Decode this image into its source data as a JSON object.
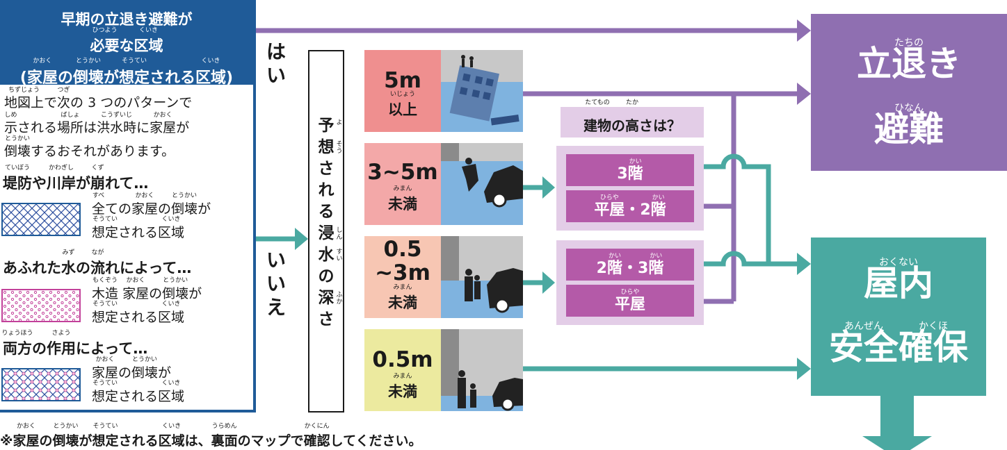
{
  "left_panel": {
    "header_line1": "早期の立退き避難が",
    "header_line2": {
      "pre": "",
      "r1": {
        "base": "必要",
        "ruby": "ひつよう"
      },
      "mid": "な",
      "r2": {
        "base": "区域",
        "ruby": "くいき"
      }
    },
    "header_line3": {
      "open": "(",
      "r1": {
        "base": "家屋",
        "ruby": "かおく"
      },
      "p1": "の",
      "r2": {
        "base": "倒壊",
        "ruby": "とうかい"
      },
      "p2": "が",
      "r3": {
        "base": "想定",
        "ruby": "そうてい"
      },
      "p3": "される",
      "r4": {
        "base": "区域",
        "ruby": "くいき"
      },
      "close": ")"
    },
    "intro_line1": {
      "r1": {
        "base": "地図上",
        "ruby": "ちずじょう"
      },
      "p1": "で",
      "r2": {
        "base": "次",
        "ruby": "つぎ"
      },
      "p2": "の 3 つのパターンで"
    },
    "intro_line2": {
      "r1": {
        "base": "示",
        "ruby": "しめ"
      },
      "p1": "される",
      "r2": {
        "base": "場所",
        "ruby": "ばしょ"
      },
      "p2": "は",
      "r3": {
        "base": "洪水時",
        "ruby": "こうずいじ"
      },
      "p3": "に",
      "r4": {
        "base": "家屋",
        "ruby": "かおく"
      },
      "p4": "が"
    },
    "intro_line3": {
      "r1": {
        "base": "倒壊",
        "ruby": "とうかい"
      },
      "p1": "するおそれがあります。"
    },
    "h1": {
      "r1": {
        "base": "堤防",
        "ruby": "ていぼう"
      },
      "p1": "や",
      "r2": {
        "base": "川岸",
        "ruby": "かわぎし"
      },
      "p2": "が",
      "r3": {
        "base": "崩",
        "ruby": "くず"
      },
      "p3": "れて…"
    },
    "d1a": {
      "r1": {
        "base": "全",
        "ruby": "すべ"
      },
      "p1": "ての",
      "r2": {
        "base": "家屋",
        "ruby": "かおく"
      },
      "p2": "の",
      "r3": {
        "base": "倒壊",
        "ruby": "とうかい"
      },
      "p3": "が"
    },
    "d1b": {
      "r1": {
        "base": "想定",
        "ruby": "そうてい"
      },
      "p1": "される",
      "r2": {
        "base": "区域",
        "ruby": "くいき"
      }
    },
    "h2": {
      "p0": "あふれた",
      "r1": {
        "base": "水",
        "ruby": "みず"
      },
      "p1": "の",
      "r2": {
        "base": "流",
        "ruby": "なが"
      },
      "p2": "れによって…"
    },
    "d2a": {
      "r1": {
        "base": "木造",
        "ruby": "もくぞう"
      },
      "p1": " ",
      "r2": {
        "base": "家屋",
        "ruby": "かおく"
      },
      "p2": "の",
      "r3": {
        "base": "倒壊",
        "ruby": "とうかい"
      },
      "p3": "が"
    },
    "d2b": {
      "r1": {
        "base": "想定",
        "ruby": "そうてい"
      },
      "p1": "される",
      "r2": {
        "base": "区域",
        "ruby": "くいき"
      }
    },
    "h3": {
      "r1": {
        "base": "両方",
        "ruby": "りょうほう"
      },
      "p1": "の",
      "r2": {
        "base": "作用",
        "ruby": "さよう"
      },
      "p2": "によって…"
    },
    "d3a": {
      "r1": {
        "base": "家屋",
        "ruby": "かおく"
      },
      "p1": "の",
      "r2": {
        "base": "倒壊",
        "ruby": "とうかい"
      },
      "p2": "が"
    },
    "d3b": {
      "r1": {
        "base": "想定",
        "ruby": "そうてい"
      },
      "p1": "される",
      "r2": {
        "base": "区域",
        "ruby": "くいき"
      }
    }
  },
  "footnote": {
    "p0": "※",
    "r1": {
      "base": "家屋",
      "ruby": "かおく"
    },
    "p1": "の",
    "r2": {
      "base": "倒壊",
      "ruby": "とうかい"
    },
    "p2": "が",
    "r3": {
      "base": "想定",
      "ruby": "そうてい"
    },
    "p3": "される",
    "r4": {
      "base": "区域",
      "ruby": "くいき"
    },
    "p4": "は、",
    "r5": {
      "base": "裏面",
      "ruby": "うらめん"
    },
    "p5": "のマップで",
    "r6": {
      "base": "確認",
      "ruby": "かくにん"
    },
    "p6": "してください。"
  },
  "answers": {
    "yes": [
      "は",
      "い"
    ],
    "no": [
      "い",
      "い",
      "え"
    ]
  },
  "depth_label": {
    "chars": [
      {
        "c": "予",
        "ruby": "よ"
      },
      {
        "c": "想",
        "ruby": "そう"
      },
      {
        "c": "さ",
        "ruby": ""
      },
      {
        "c": "れ",
        "ruby": ""
      },
      {
        "c": "る",
        "ruby": ""
      },
      {
        "c": "浸",
        "ruby": "しん"
      },
      {
        "c": "水",
        "ruby": "すい"
      },
      {
        "c": "の",
        "ruby": ""
      },
      {
        "c": "深",
        "ruby": "ふか"
      },
      {
        "c": "さ",
        "ruby": ""
      }
    ]
  },
  "depths": [
    {
      "value": "5m",
      "sub": "以上",
      "sub_ruby": "いじょう",
      "color": "#ef8f8f"
    },
    {
      "value": "3~5m",
      "sub": "未満",
      "sub_ruby": "みまん",
      "color": "#f3a8a8"
    },
    {
      "value_l1": "0.5",
      "value_l2": "~3m",
      "sub": "未満",
      "sub_ruby": "みまん",
      "color": "#f7c6b3"
    },
    {
      "value": "0.5m",
      "sub": "未満",
      "sub_ruby": "みまん",
      "color": "#ecea9f"
    }
  ],
  "building_height": {
    "title": {
      "r1": {
        "base": "建物",
        "ruby": "たてもの"
      },
      "p1": "の",
      "r2": {
        "base": "高",
        "ruby": "たか"
      },
      "p2": "さは？"
    },
    "group1": [
      {
        "parts": [
          {
            "base": "3",
            "ruby": ""
          },
          {
            "base": "階",
            "ruby": "かい"
          }
        ]
      },
      {
        "parts": [
          {
            "base": "平屋",
            "ruby": "ひらや"
          },
          {
            "base": "・2",
            "ruby": ""
          },
          {
            "base": "階",
            "ruby": "かい"
          }
        ]
      }
    ],
    "group2": [
      {
        "parts": [
          {
            "base": "2",
            "ruby": ""
          },
          {
            "base": "階",
            "ruby": "かい"
          },
          {
            "base": "・3",
            "ruby": ""
          },
          {
            "base": "階",
            "ruby": "かい"
          }
        ]
      },
      {
        "parts": [
          {
            "base": "平屋",
            "ruby": "ひらや"
          }
        ]
      }
    ]
  },
  "results": {
    "evacuate": {
      "l1": {
        "base": "立退き",
        "ruby": "たちの"
      },
      "l2": {
        "base": "避難",
        "ruby": "ひなん"
      },
      "color": "#8f6fb1"
    },
    "indoor": {
      "l1": {
        "base": "屋内",
        "ruby": "おくない"
      },
      "l2a": {
        "base": "安全",
        "ruby": "あんぜん"
      },
      "l2b": {
        "base": "確保",
        "ruby": "かくほ"
      },
      "color": "#4aa9a1"
    }
  },
  "colors": {
    "purple_arrow": "#8f6fb1",
    "teal_arrow": "#4aa9a1",
    "panel_blue": "#1f5b98"
  }
}
